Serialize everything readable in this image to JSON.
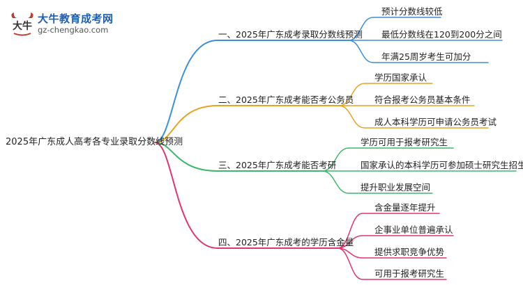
{
  "logo": {
    "title": "大牛教育成考网",
    "url": "gz-chengkao.com",
    "mark_text": "大牛",
    "icon": "ox-logo-icon",
    "title_color": "#1d5fb3"
  },
  "root": {
    "label": "2025年广东成人高考各专业录取分数线预测"
  },
  "branches": [
    {
      "label": "一、2025年广东成考录取分数线预测",
      "color": "#3b8fd9",
      "children": [
        "预计分数线较低",
        "最低分数线在120到200分之间",
        "年满25周岁考生可加分"
      ]
    },
    {
      "label": "二、2025年广东成考能否考公务员",
      "color": "#e8a420",
      "children": [
        "学历国家承认",
        "符合报考公务员基本条件",
        "成人本科学历可申请公务员考试"
      ]
    },
    {
      "label": "三、2025年广东成考能否考研",
      "color": "#3cb86c",
      "children": [
        "学历可用于报考研究生",
        "国家承认的本科学历可参加硕士研究生招生考试",
        "提升职业发展空间"
      ]
    },
    {
      "label": "四、2025年广东成考的学历含金量",
      "color": "#e0356d",
      "children": [
        "含金量逐年提升",
        "企事业单位普遍承认",
        "提供求职竞争优势",
        "可用于报考研究生"
      ]
    }
  ]
}
